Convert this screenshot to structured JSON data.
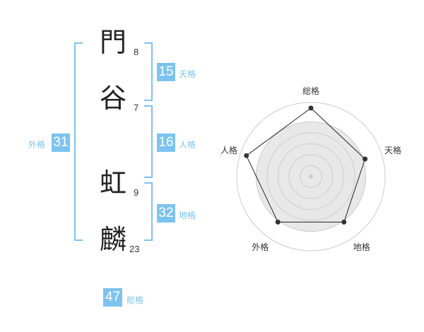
{
  "name": {
    "chars": [
      {
        "char": "門",
        "strokes": "8"
      },
      {
        "char": "谷",
        "strokes": "7"
      },
      {
        "char": "虹",
        "strokes": "9"
      },
      {
        "char": "麟",
        "strokes": "23"
      }
    ]
  },
  "kaku": {
    "tenkaku": {
      "value": "15",
      "label": "天格"
    },
    "jinkaku": {
      "value": "16",
      "label": "人格"
    },
    "chikaku": {
      "value": "32",
      "label": "地格"
    },
    "gaikaku": {
      "value": "31",
      "label": "外格"
    },
    "soukaku": {
      "value": "47",
      "label": "総格"
    }
  },
  "chart_data": {
    "type": "radar",
    "axes": [
      "総格",
      "天格",
      "地格",
      "外格",
      "人格"
    ],
    "values": [
      1.0,
      0.83,
      0.82,
      0.82,
      0.99
    ],
    "max": 1.0,
    "rings": 5,
    "grid": true,
    "colors": {
      "line": "#222222",
      "fill": "#e8e8e8",
      "ring": "#cccccc",
      "point": "#333333"
    }
  },
  "colors": {
    "accent": "#7cc3f0"
  }
}
